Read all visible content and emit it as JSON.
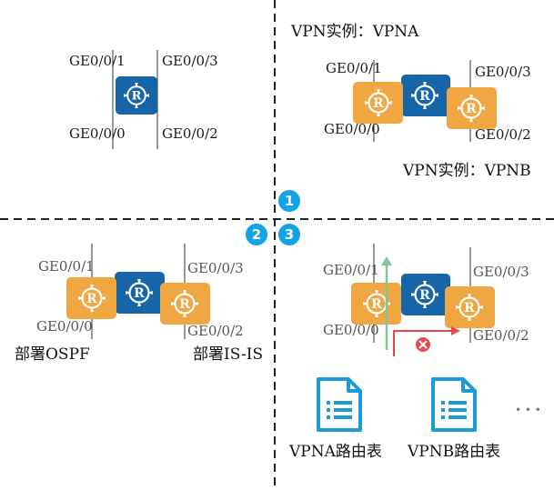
{
  "colors": {
    "router_blue": "#1565a8",
    "router_orange": "#f0a742",
    "badge": "#13a3e8",
    "divider": "#222222",
    "route_green": "#7fc79a",
    "route_red": "#e8484c",
    "doc_icon": "#1a9ad6"
  },
  "quadrant1": {
    "ports": {
      "p1": "GE0/0/1",
      "p3": "GE0/0/3",
      "p0": "GE0/0/0",
      "p2": "GE0/0/2"
    }
  },
  "quadrant2": {
    "vpn_a": "VPN实例：VPNA",
    "vpn_b": "VPN实例：VPNB",
    "ports": {
      "p1": "GE0/0/1",
      "p3": "GE0/0/3",
      "p0": "GE0/0/0",
      "p2": "GE0/0/2"
    }
  },
  "quadrant3": {
    "ports": {
      "p1": "GE0/0/1",
      "p3": "GE0/0/3",
      "p0": "GE0/0/0",
      "p2": "GE0/0/2"
    },
    "deploy_left": "部署OSPF",
    "deploy_right": "部署IS-IS"
  },
  "quadrant4": {
    "ports": {
      "p1": "GE0/0/1",
      "p3": "GE0/0/3",
      "p0": "GE0/0/0",
      "p2": "GE0/0/2"
    },
    "table_a": "VPNA路由表",
    "table_b": "VPNB路由表",
    "more": "• • •"
  },
  "badges": {
    "b1": "1",
    "b2": "2",
    "b3": "3"
  },
  "icons": {
    "router": "router-r-icon",
    "doc": "document-icon",
    "blocked": "blocked-x-icon"
  }
}
